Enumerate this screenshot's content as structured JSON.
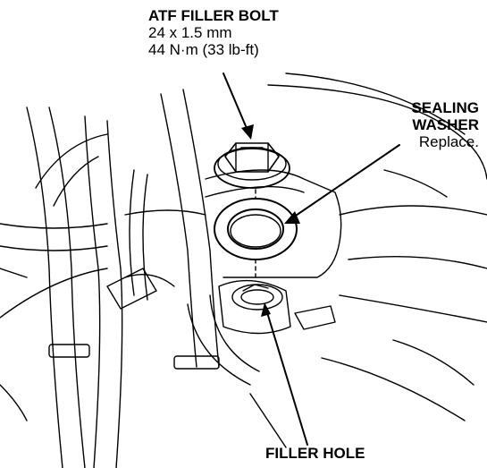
{
  "callouts": {
    "bolt": {
      "title": "ATF FILLER BOLT",
      "size": "24 x 1.5 mm",
      "torque": "44 N·m (33 lb-ft)"
    },
    "washer": {
      "title_line1": "SEALING",
      "title_line2": "WASHER",
      "note": "Replace."
    },
    "hole": {
      "title": "FILLER HOLE"
    }
  },
  "colors": {
    "ink": "#000000",
    "paper": "#ffffff"
  }
}
